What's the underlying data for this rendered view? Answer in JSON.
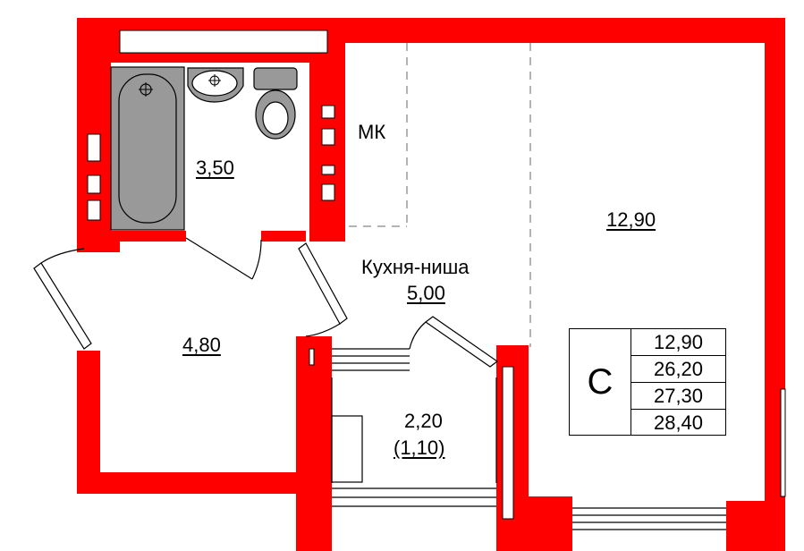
{
  "plan": {
    "colors": {
      "wall": "#ff0000",
      "fixture": "#999999",
      "line": "#000000",
      "dashed": "#9a9a9a"
    },
    "rooms": {
      "bathroom": "3,50",
      "closet": "МК",
      "living_room": "12,90",
      "kitchen_name": "Кухня-ниша",
      "kitchen_area": "5,00",
      "hall": "4,80",
      "balcony_area": "2,20",
      "balcony_reduced": "(1,10)"
    },
    "legend": {
      "type": "С",
      "areas": [
        "12,90",
        "26,20",
        "27,30",
        "28,40"
      ]
    },
    "icons": [
      "bathtub-icon",
      "sink-icon",
      "toilet-icon"
    ]
  }
}
